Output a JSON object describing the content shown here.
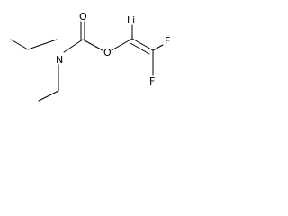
{
  "structure": {
    "atoms": {
      "carbonyl_oxygen": "O",
      "nitrogen": "N",
      "ester_oxygen": "O",
      "lithium": "Li",
      "fluorine_upper": "F",
      "fluorine_lower": "F"
    },
    "colors": {
      "ink": "#000000",
      "background": "#ffffff"
    }
  }
}
